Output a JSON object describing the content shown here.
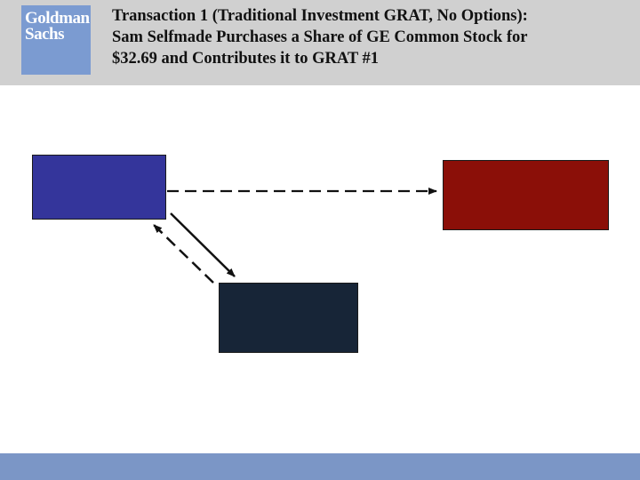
{
  "header": {
    "logo": {
      "line1": "Goldman",
      "line2": "Sachs"
    },
    "title_lines": [
      "Transaction 1 (Traditional Investment GRAT, No Options):",
      "Sam Selfmade Purchases a Share of GE Common Stock for",
      "$32.69 and Contributes it to GRAT #1"
    ]
  },
  "colors": {
    "header_background": "#d0d0d0",
    "logo_background": "#7b9bd1",
    "left_box": "#34359b",
    "right_box": "#8b0f08",
    "bottom_box": "#172537",
    "footer_bar": "#7b96c6"
  }
}
